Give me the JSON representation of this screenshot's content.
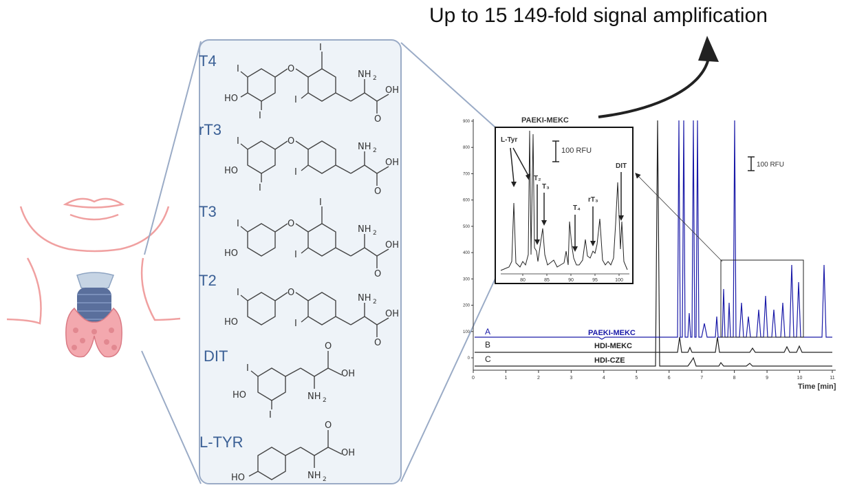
{
  "headline": "Up to 15 149-fold signal amplification",
  "compounds": [
    {
      "name": "T4"
    },
    {
      "name": "rT3"
    },
    {
      "name": "T3"
    },
    {
      "name": "T2"
    },
    {
      "name": "DIT"
    },
    {
      "name": "L-TYR"
    }
  ],
  "chem_labels": {
    "iodine": "I",
    "oxygen": "O",
    "ho": "HO",
    "oh": "OH",
    "nh2": "NH",
    "sub2": "2"
  },
  "electropherogram": {
    "top_label": "PAEKI-MEKC",
    "scale_label": "100 RFU",
    "inset_scale_label": "100 RFU",
    "x_axis_title": "Time [min]",
    "x_ticks": [
      "0",
      "1",
      "2",
      "3",
      "4",
      "5",
      "6",
      "7",
      "8",
      "9",
      "10",
      "11"
    ],
    "y_ticks": [
      "0",
      "100",
      "200",
      "300",
      "400",
      "500",
      "600",
      "700",
      "800",
      "900"
    ],
    "traces": [
      {
        "letter": "A",
        "method": "PAEKI-MEKC",
        "color": "#1a1aa8"
      },
      {
        "letter": "B",
        "method": "HDI-MEKC",
        "color": "#222222"
      },
      {
        "letter": "C",
        "method": "HDI-CZE",
        "color": "#222222"
      }
    ],
    "inset": {
      "x_ticks": [
        "80",
        "85",
        "90",
        "95",
        "100"
      ],
      "peak_labels": [
        "L-Tyr",
        "T₂",
        "T₃",
        "T₄",
        "rT₃",
        "DIT"
      ]
    }
  },
  "colors": {
    "accent_blue": "#3a5f95",
    "trace_blue": "#1a1aa8",
    "panel_fill": "#eef3f8",
    "panel_border": "#9aabc6",
    "neck_line": "#f0a0a0"
  }
}
